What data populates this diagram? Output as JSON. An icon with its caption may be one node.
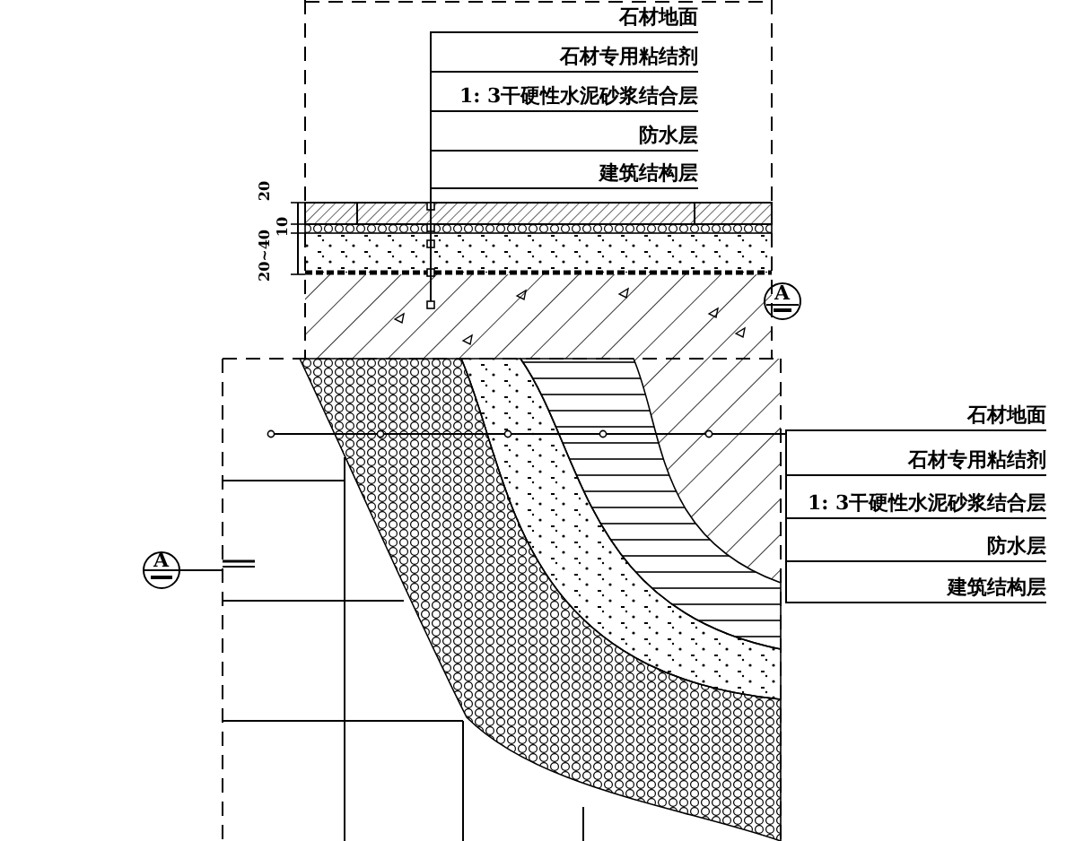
{
  "diagram": {
    "nodes": [
      {
        "text": [
          "石材地面"
        ]
      },
      {
        "text": [
          "石材专用粘结剂"
        ]
      },
      {
        "text": [
          "1: 3干硬性水泥砂浆结合层"
        ]
      },
      {
        "text": [
          "防水层"
        ]
      },
      {
        "text": [
          "建筑结构层"
        ]
      },
      {
        "text": [
          "石材地面"
        ]
      },
      {
        "text": [
          "石材专用粘结剂"
        ]
      },
      {
        "text": [
          "1: 3干硬性水泥砂浆结合层"
        ]
      },
      {
        "text": [
          "防水层"
        ]
      },
      {
        "text": [
          "建筑结构层"
        ]
      }
    ],
    "edges": [
      {
        "from": 0,
        "to": null,
        "arrow": "other"
      },
      {
        "from": 1,
        "to": null,
        "arrow": "other"
      },
      {
        "from": 2,
        "to": null,
        "arrow": "other"
      },
      {
        "from": 3,
        "to": null,
        "arrow": "other"
      },
      {
        "from": 4,
        "to": null,
        "arrow": "other"
      },
      {
        "from": 5,
        "to": null,
        "arrow": "other"
      },
      {
        "from": 6,
        "to": null,
        "arrow": "other"
      },
      {
        "from": 7,
        "to": null,
        "arrow": "other"
      },
      {
        "from": 8,
        "to": null,
        "arrow": "other"
      },
      {
        "from": 9,
        "to": null,
        "arrow": "other"
      }
    ],
    "labels": [
      "20",
      "10",
      "20~40",
      "A",
      "A"
    ]
  }
}
